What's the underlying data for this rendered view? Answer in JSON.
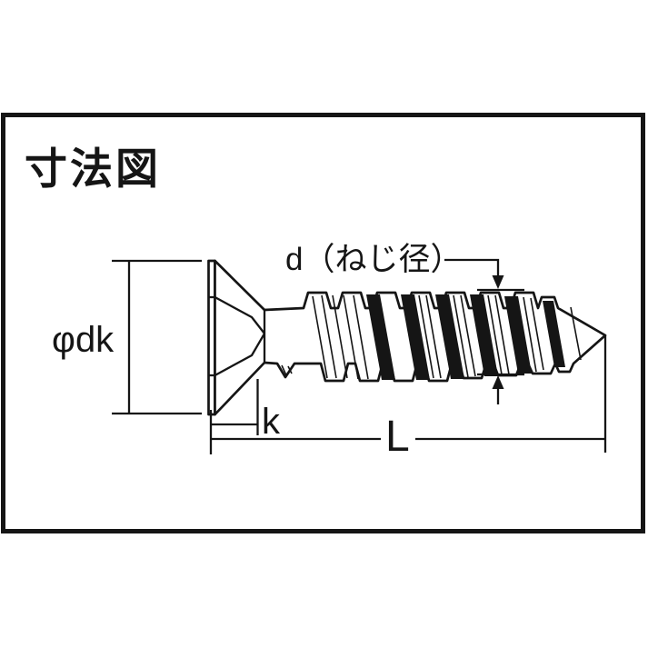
{
  "title": "寸法図",
  "colors": {
    "line": "#151515",
    "background": "#ffffff"
  },
  "labels": {
    "head_diameter": "φdk",
    "thread_diameter": "d（ねじ径）",
    "head_height": "k",
    "length": "L"
  }
}
